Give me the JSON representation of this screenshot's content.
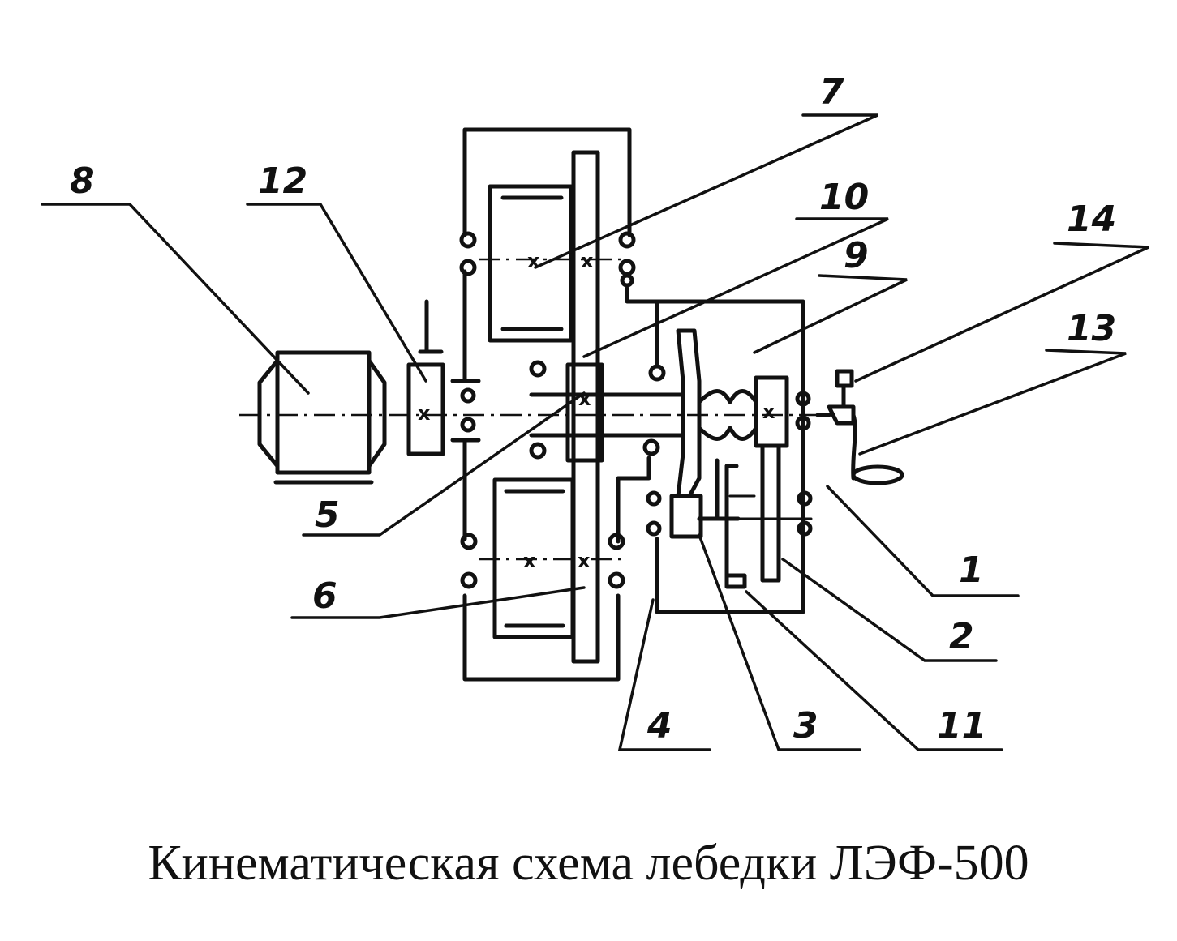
{
  "caption": "Кинематическая схема лебедки ЛЭФ-500",
  "labels": {
    "l1": "1",
    "l2": "2",
    "l3": "3",
    "l4": "4",
    "l5": "5",
    "l6": "6",
    "l7": "7",
    "l8": "8",
    "l9": "9",
    "l10": "10",
    "l11": "11",
    "l12": "12",
    "l13": "13",
    "l14": "14"
  },
  "marks": {
    "cross": "x"
  }
}
